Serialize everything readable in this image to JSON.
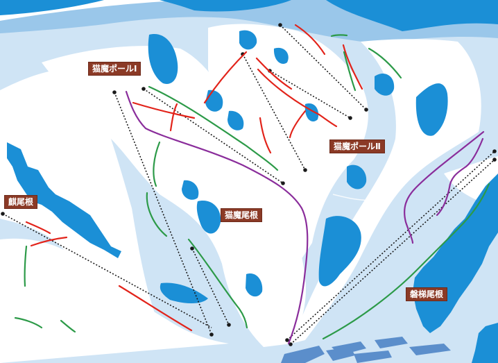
{
  "title": "",
  "labels": {
    "neko_pole_1": "猫魔ポールⅠ",
    "neko_pole_2": "猫魔ポールⅡ",
    "neko_one": "猫魔尾根",
    "kirin_one": "麒尾根",
    "iwahashi_one": "磐梯尾根"
  },
  "colors": {
    "snow": "#ffffff",
    "light_blue": "#cfe4f5",
    "mid_blue": "#9ac7ea",
    "forest_blue": "#1b8fd6",
    "building_blue": "#5b8ecb",
    "course_red": "#e2231a",
    "course_green": "#2c9a48",
    "course_purple": "#8a2d9b",
    "lift_black": "#1a1a1a",
    "label_bg": "#8b3a26"
  }
}
